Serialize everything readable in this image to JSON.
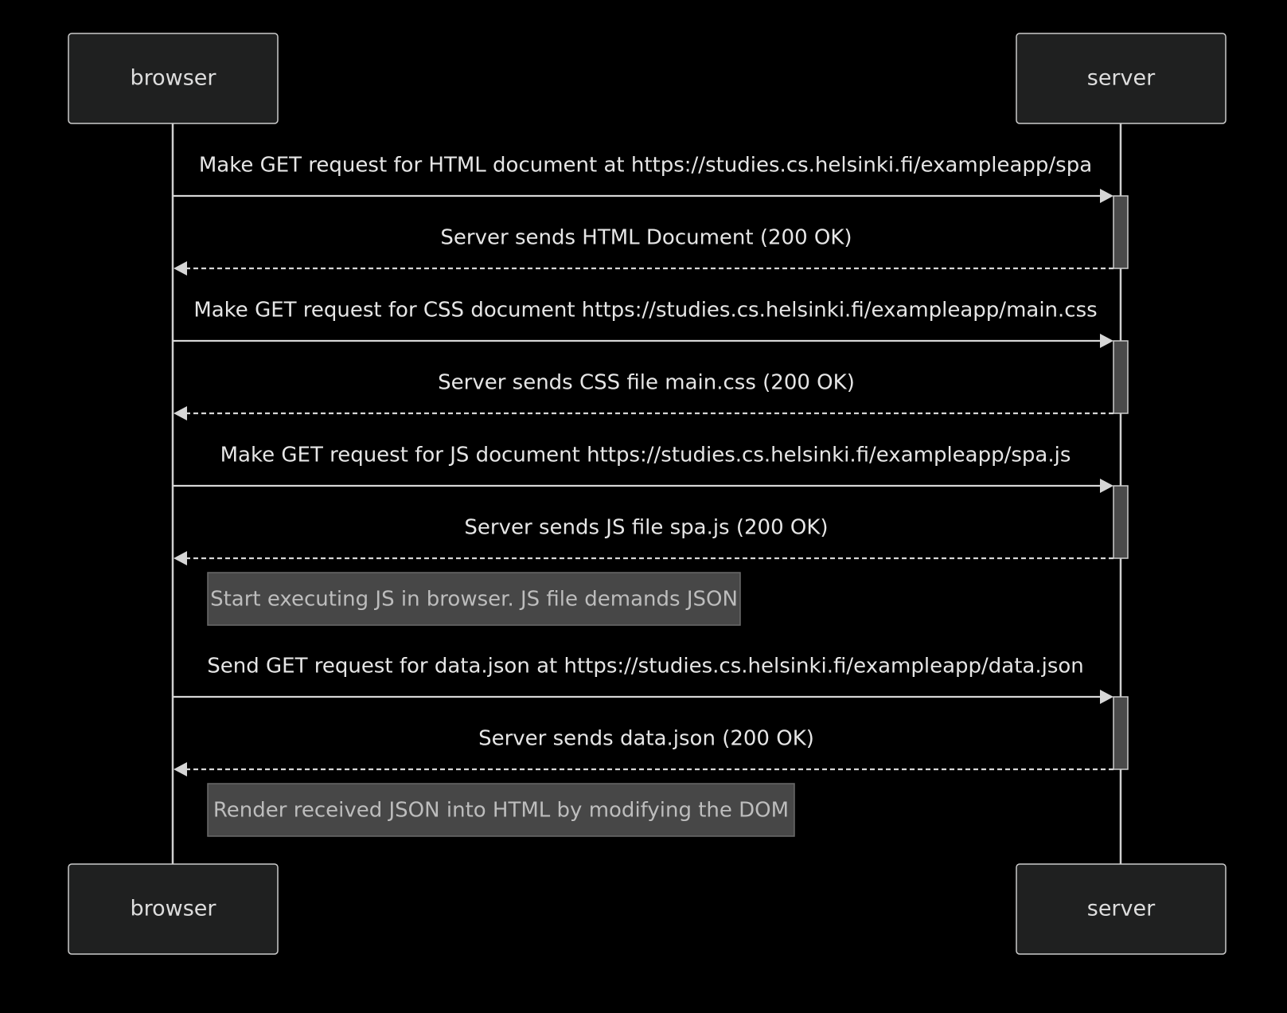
{
  "participants": {
    "browser": "browser",
    "server": "server"
  },
  "messages": [
    {
      "text": "Make GET request for HTML document at https://studies.cs.helsinki.fi/exampleapp/spa",
      "from": "browser",
      "to": "server",
      "style": "solid"
    },
    {
      "text": "Server sends HTML Document (200 OK)",
      "from": "server",
      "to": "browser",
      "style": "dashed"
    },
    {
      "text": "Make GET request for CSS document https://studies.cs.helsinki.fi/exampleapp/main.css",
      "from": "browser",
      "to": "server",
      "style": "solid"
    },
    {
      "text": "Server sends CSS file main.css (200 OK)",
      "from": "server",
      "to": "browser",
      "style": "dashed"
    },
    {
      "text": "Make GET request for JS document https://studies.cs.helsinki.fi/exampleapp/spa.js",
      "from": "browser",
      "to": "server",
      "style": "solid"
    },
    {
      "text": "Server sends JS file spa.js (200 OK)",
      "from": "server",
      "to": "browser",
      "style": "dashed"
    },
    {
      "text": "Send GET request for data.json at https://studies.cs.helsinki.fi/exampleapp/data.json",
      "from": "browser",
      "to": "server",
      "style": "solid"
    },
    {
      "text": "Server sends data.json (200 OK)",
      "from": "server",
      "to": "browser",
      "style": "dashed"
    }
  ],
  "notes": [
    {
      "text": "Start executing JS in browser. JS file demands JSON",
      "over": "browser"
    },
    {
      "text": "Render received JSON into HTML by modifying the DOM",
      "over": "browser"
    }
  ],
  "colors": {
    "background": "#000000",
    "actor_fill": "#1f2020",
    "line": "#d6d6d6",
    "note_fill": "#474747",
    "activation_fill": "#4a4a4a"
  }
}
